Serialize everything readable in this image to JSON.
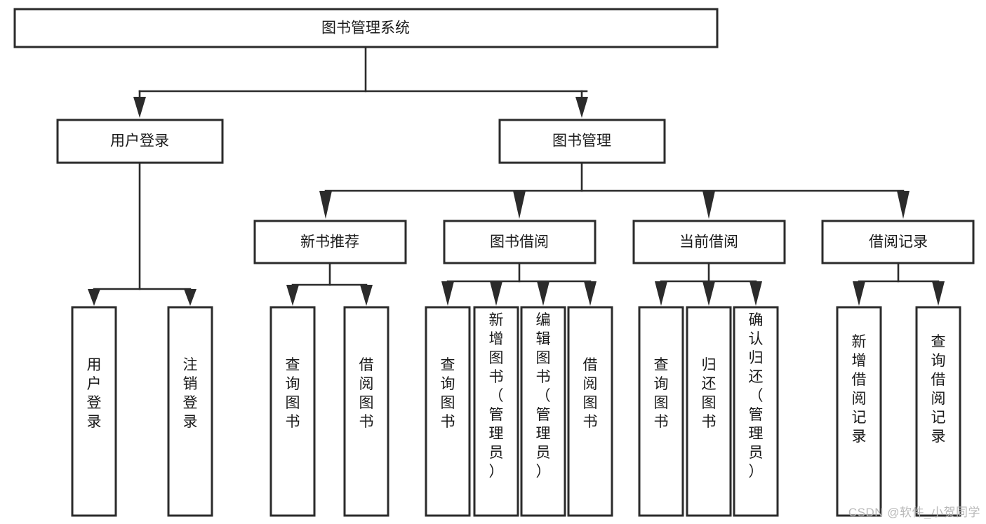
{
  "diagram": {
    "type": "tree",
    "title": "图书管理系统",
    "watermark": "CSDN @软件_小贺同学",
    "colors": {
      "box_stroke": "#2b2b2b",
      "box_fill": "#ffffff",
      "connector": "#2b2b2b",
      "text": "#1a1a1a",
      "watermark": "#b9b9b9",
      "background": "#ffffff"
    },
    "nodes": {
      "root": {
        "label": "图书管理系统",
        "orientation": "horizontal"
      },
      "level2": [
        {
          "id": "user-login",
          "label": "用户登录",
          "orientation": "horizontal"
        },
        {
          "id": "book-manage",
          "label": "图书管理",
          "orientation": "horizontal"
        }
      ],
      "level3": [
        {
          "id": "new-book-recommend",
          "label": "新书推荐",
          "orientation": "horizontal"
        },
        {
          "id": "book-borrow",
          "label": "图书借阅",
          "orientation": "horizontal"
        },
        {
          "id": "current-borrow",
          "label": "当前借阅",
          "orientation": "horizontal"
        },
        {
          "id": "borrow-record",
          "label": "借阅记录",
          "orientation": "horizontal"
        }
      ],
      "leaves": [
        {
          "id": "leaf-user-login",
          "label": "用户登录",
          "parent": "user-login",
          "orientation": "vertical"
        },
        {
          "id": "leaf-logout-login",
          "label": "注销登录",
          "parent": "user-login",
          "orientation": "vertical"
        },
        {
          "id": "leaf-query-book-1",
          "label": "查询图书",
          "parent": "new-book-recommend",
          "orientation": "vertical"
        },
        {
          "id": "leaf-borrow-book-1",
          "label": "借阅图书",
          "parent": "new-book-recommend",
          "orientation": "vertical"
        },
        {
          "id": "leaf-query-book-2",
          "label": "查询图书",
          "parent": "book-borrow",
          "orientation": "vertical"
        },
        {
          "id": "leaf-add-book",
          "label": "新增图书（管理员）",
          "parent": "book-borrow",
          "orientation": "vertical"
        },
        {
          "id": "leaf-edit-book",
          "label": "编辑图书（管理员）",
          "parent": "book-borrow",
          "orientation": "vertical"
        },
        {
          "id": "leaf-borrow-book-2",
          "label": "借阅图书",
          "parent": "book-borrow",
          "orientation": "vertical"
        },
        {
          "id": "leaf-query-book-3",
          "label": "查询图书",
          "parent": "current-borrow",
          "orientation": "vertical"
        },
        {
          "id": "leaf-return-book",
          "label": "归还图书",
          "parent": "current-borrow",
          "orientation": "vertical"
        },
        {
          "id": "leaf-confirm-return",
          "label": "确认归还（管理员）",
          "parent": "current-borrow",
          "orientation": "vertical"
        },
        {
          "id": "leaf-add-record",
          "label": "新增借阅记录",
          "parent": "borrow-record",
          "orientation": "vertical"
        },
        {
          "id": "leaf-query-record",
          "label": "查询借阅记录",
          "parent": "borrow-record",
          "orientation": "vertical"
        }
      ]
    },
    "edges": [
      {
        "from": "图书管理系统",
        "to": "用户登录"
      },
      {
        "from": "图书管理系统",
        "to": "图书管理"
      },
      {
        "from": "用户登录",
        "to": "用户登录"
      },
      {
        "from": "用户登录",
        "to": "注销登录"
      },
      {
        "from": "图书管理",
        "to": "新书推荐"
      },
      {
        "from": "图书管理",
        "to": "图书借阅"
      },
      {
        "from": "图书管理",
        "to": "当前借阅"
      },
      {
        "from": "图书管理",
        "to": "借阅记录"
      },
      {
        "from": "新书推荐",
        "to": "查询图书"
      },
      {
        "from": "新书推荐",
        "to": "借阅图书"
      },
      {
        "from": "图书借阅",
        "to": "查询图书"
      },
      {
        "from": "图书借阅",
        "to": "新增图书（管理员）"
      },
      {
        "from": "图书借阅",
        "to": "编辑图书（管理员）"
      },
      {
        "from": "图书借阅",
        "to": "借阅图书"
      },
      {
        "from": "当前借阅",
        "to": "查询图书"
      },
      {
        "from": "当前借阅",
        "to": "归还图书"
      },
      {
        "from": "当前借阅",
        "to": "确认归还（管理员）"
      },
      {
        "from": "借阅记录",
        "to": "新增借阅记录"
      },
      {
        "from": "借阅记录",
        "to": "查询借阅记录"
      }
    ]
  }
}
